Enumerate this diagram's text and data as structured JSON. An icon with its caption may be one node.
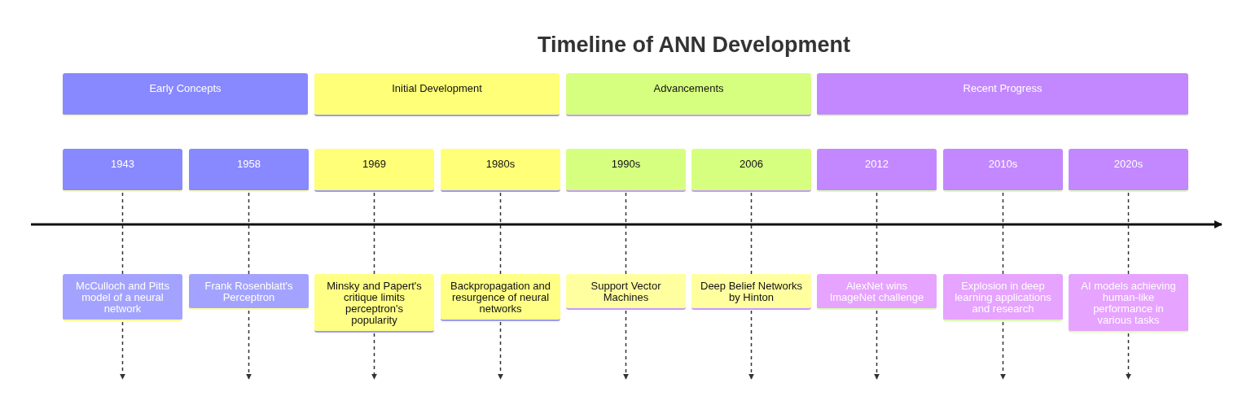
{
  "diagram": {
    "title": "Timeline of ANN Development",
    "nodes": [
      {
        "text": [
          "Early Concepts"
        ]
      },
      {
        "text": [
          "Initial Development"
        ]
      },
      {
        "text": [
          "Advancements"
        ]
      },
      {
        "text": [
          "Recent Progress"
        ]
      },
      {
        "text": [
          "1943"
        ]
      },
      {
        "text": [
          "1958"
        ]
      },
      {
        "text": [
          "1969"
        ]
      },
      {
        "text": [
          "1980s"
        ]
      },
      {
        "text": [
          "1990s"
        ]
      },
      {
        "text": [
          "2006"
        ]
      },
      {
        "text": [
          "2012"
        ]
      },
      {
        "text": [
          "2010s"
        ]
      },
      {
        "text": [
          "2020s"
        ]
      },
      {
        "text": [
          "McCulloch and Pitts model of a neural network"
        ]
      },
      {
        "text": [
          "Frank Rosenblatt's Perceptron"
        ]
      },
      {
        "text": [
          "Minsky and Papert's critique limits perceptron's popularity"
        ]
      },
      {
        "text": [
          "Backpropagation and resurgence of neural networks"
        ]
      },
      {
        "text": [
          "Support Vector Machines"
        ]
      },
      {
        "text": [
          "Deep Belief Networks by Hinton"
        ]
      },
      {
        "text": [
          "AlexNet wins ImageNet challenge"
        ]
      },
      {
        "text": [
          "Explosion in deep learning applications and research"
        ]
      },
      {
        "text": [
          "AI models achieving human-like performance in various tasks"
        ]
      }
    ],
    "edges": [
      {
        "from": 4,
        "to": 13,
        "arrow": "none",
        "style": "dashed"
      },
      {
        "from": 13,
        "to": null,
        "arrow": "to",
        "style": "dashed"
      },
      {
        "from": 5,
        "to": 14,
        "arrow": "none",
        "style": "dashed"
      },
      {
        "from": 14,
        "to": null,
        "arrow": "to",
        "style": "dashed"
      },
      {
        "from": 6,
        "to": 15,
        "arrow": "none",
        "style": "dashed"
      },
      {
        "from": 15,
        "to": null,
        "arrow": "to",
        "style": "dashed"
      },
      {
        "from": 7,
        "to": 16,
        "arrow": "none",
        "style": "dashed"
      },
      {
        "from": 16,
        "to": null,
        "arrow": "to",
        "style": "dashed"
      },
      {
        "from": 8,
        "to": 17,
        "arrow": "none",
        "style": "dashed"
      },
      {
        "from": 17,
        "to": null,
        "arrow": "to",
        "style": "dashed"
      },
      {
        "from": 9,
        "to": 18,
        "arrow": "none",
        "style": "dashed"
      },
      {
        "from": 18,
        "to": null,
        "arrow": "to",
        "style": "dashed"
      },
      {
        "from": 10,
        "to": 19,
        "arrow": "none",
        "style": "dashed"
      },
      {
        "from": 19,
        "to": null,
        "arrow": "to",
        "style": "dashed"
      },
      {
        "from": 11,
        "to": 20,
        "arrow": "none",
        "style": "dashed"
      },
      {
        "from": 20,
        "to": null,
        "arrow": "to",
        "style": "dashed"
      },
      {
        "from": 12,
        "to": 21,
        "arrow": "none",
        "style": "dashed"
      },
      {
        "from": 21,
        "to": null,
        "arrow": "to",
        "style": "dashed"
      }
    ]
  }
}
